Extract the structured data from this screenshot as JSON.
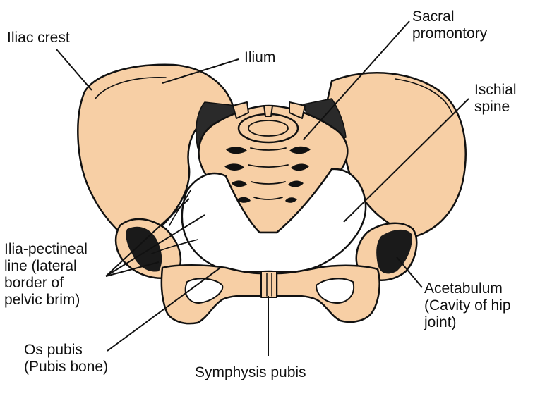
{
  "colors": {
    "bone": "#F7CFA5",
    "outline": "#111111",
    "shadow": "#1a1a1a",
    "background": "#ffffff"
  },
  "labels": {
    "iliac_crest": "Iliac crest",
    "ilium": "Ilium",
    "sacral_promontory": [
      "Sacral",
      "promontory"
    ],
    "ischial_spine": [
      "Ischial",
      "spine"
    ],
    "ilia_pectineal_line": [
      "Ilia-pectineal",
      "line (lateral",
      "border of",
      "pelvic brim)"
    ],
    "acetabulum": [
      "Acetabulum",
      "(Cavity of hip",
      "joint)"
    ],
    "os_pubis": [
      "Os pubis",
      "(Pubis bone)"
    ],
    "symphysis_pubis": "Symphysis pubis"
  }
}
